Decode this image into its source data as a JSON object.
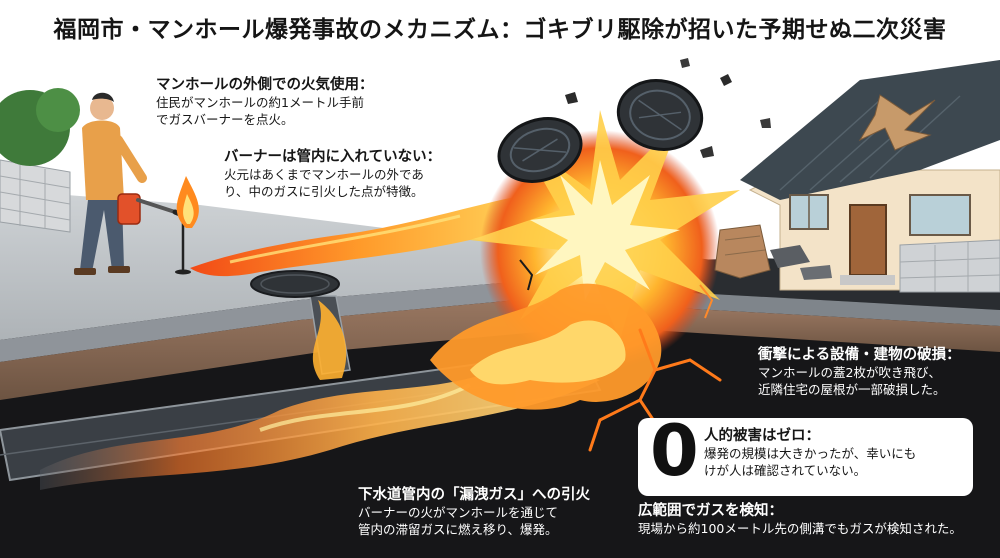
{
  "title": "福岡市・マンホール爆発事故のメカニズム：ゴキブリ駆除が招いた予期せぬ二次災害",
  "annotations": {
    "outside_use": {
      "heading": "マンホールの外側での火気使用：",
      "lines": [
        "住民がマンホールの約1メートル手前",
        "でガスバーナーを点火。"
      ]
    },
    "burner": {
      "heading": "バーナーは管内に入れていない：",
      "lines": [
        "火元はあくまでマンホールの外であ",
        "り、中のガスに引火した点が特徴。"
      ]
    },
    "damage": {
      "heading": "衝撃による設備・建物の破損：",
      "lines": [
        "マンホールの蓋2枚が吹き飛び、",
        "近隣住宅の屋根が一部破損した。"
      ]
    },
    "casualty": {
      "number": "0",
      "heading": "人的被害はゼロ：",
      "lines": [
        "爆発の規模は大きかったが、幸いにも",
        "けが人は確認されていない。"
      ]
    },
    "ignition": {
      "heading": "下水道管内の「漏洩ガス」への引火",
      "lines": [
        "バーナーの火がマンホールを通じて",
        "管内の滞留ガスに燃え移り、爆発。"
      ]
    },
    "detection": {
      "heading": "広範囲でガスを検知：",
      "lines": [
        "現場から約100メートル先の側溝でもガスが検知された。"
      ]
    }
  },
  "colors": {
    "sky": "#ffffff",
    "road": "#bfc3c6",
    "ground": "#161618",
    "earth": "#8a6a55",
    "fire_core": "#fff2a0",
    "fire_mid": "#ffb030",
    "fire_outer": "#f05a1a",
    "crack": "#ff7a1a",
    "roof": "#3d4850",
    "wall": "#f3e3c8"
  },
  "icons": [
    "person-icon",
    "gas-burner-icon",
    "manhole-cover-icon",
    "explosion-icon",
    "house-icon"
  ]
}
